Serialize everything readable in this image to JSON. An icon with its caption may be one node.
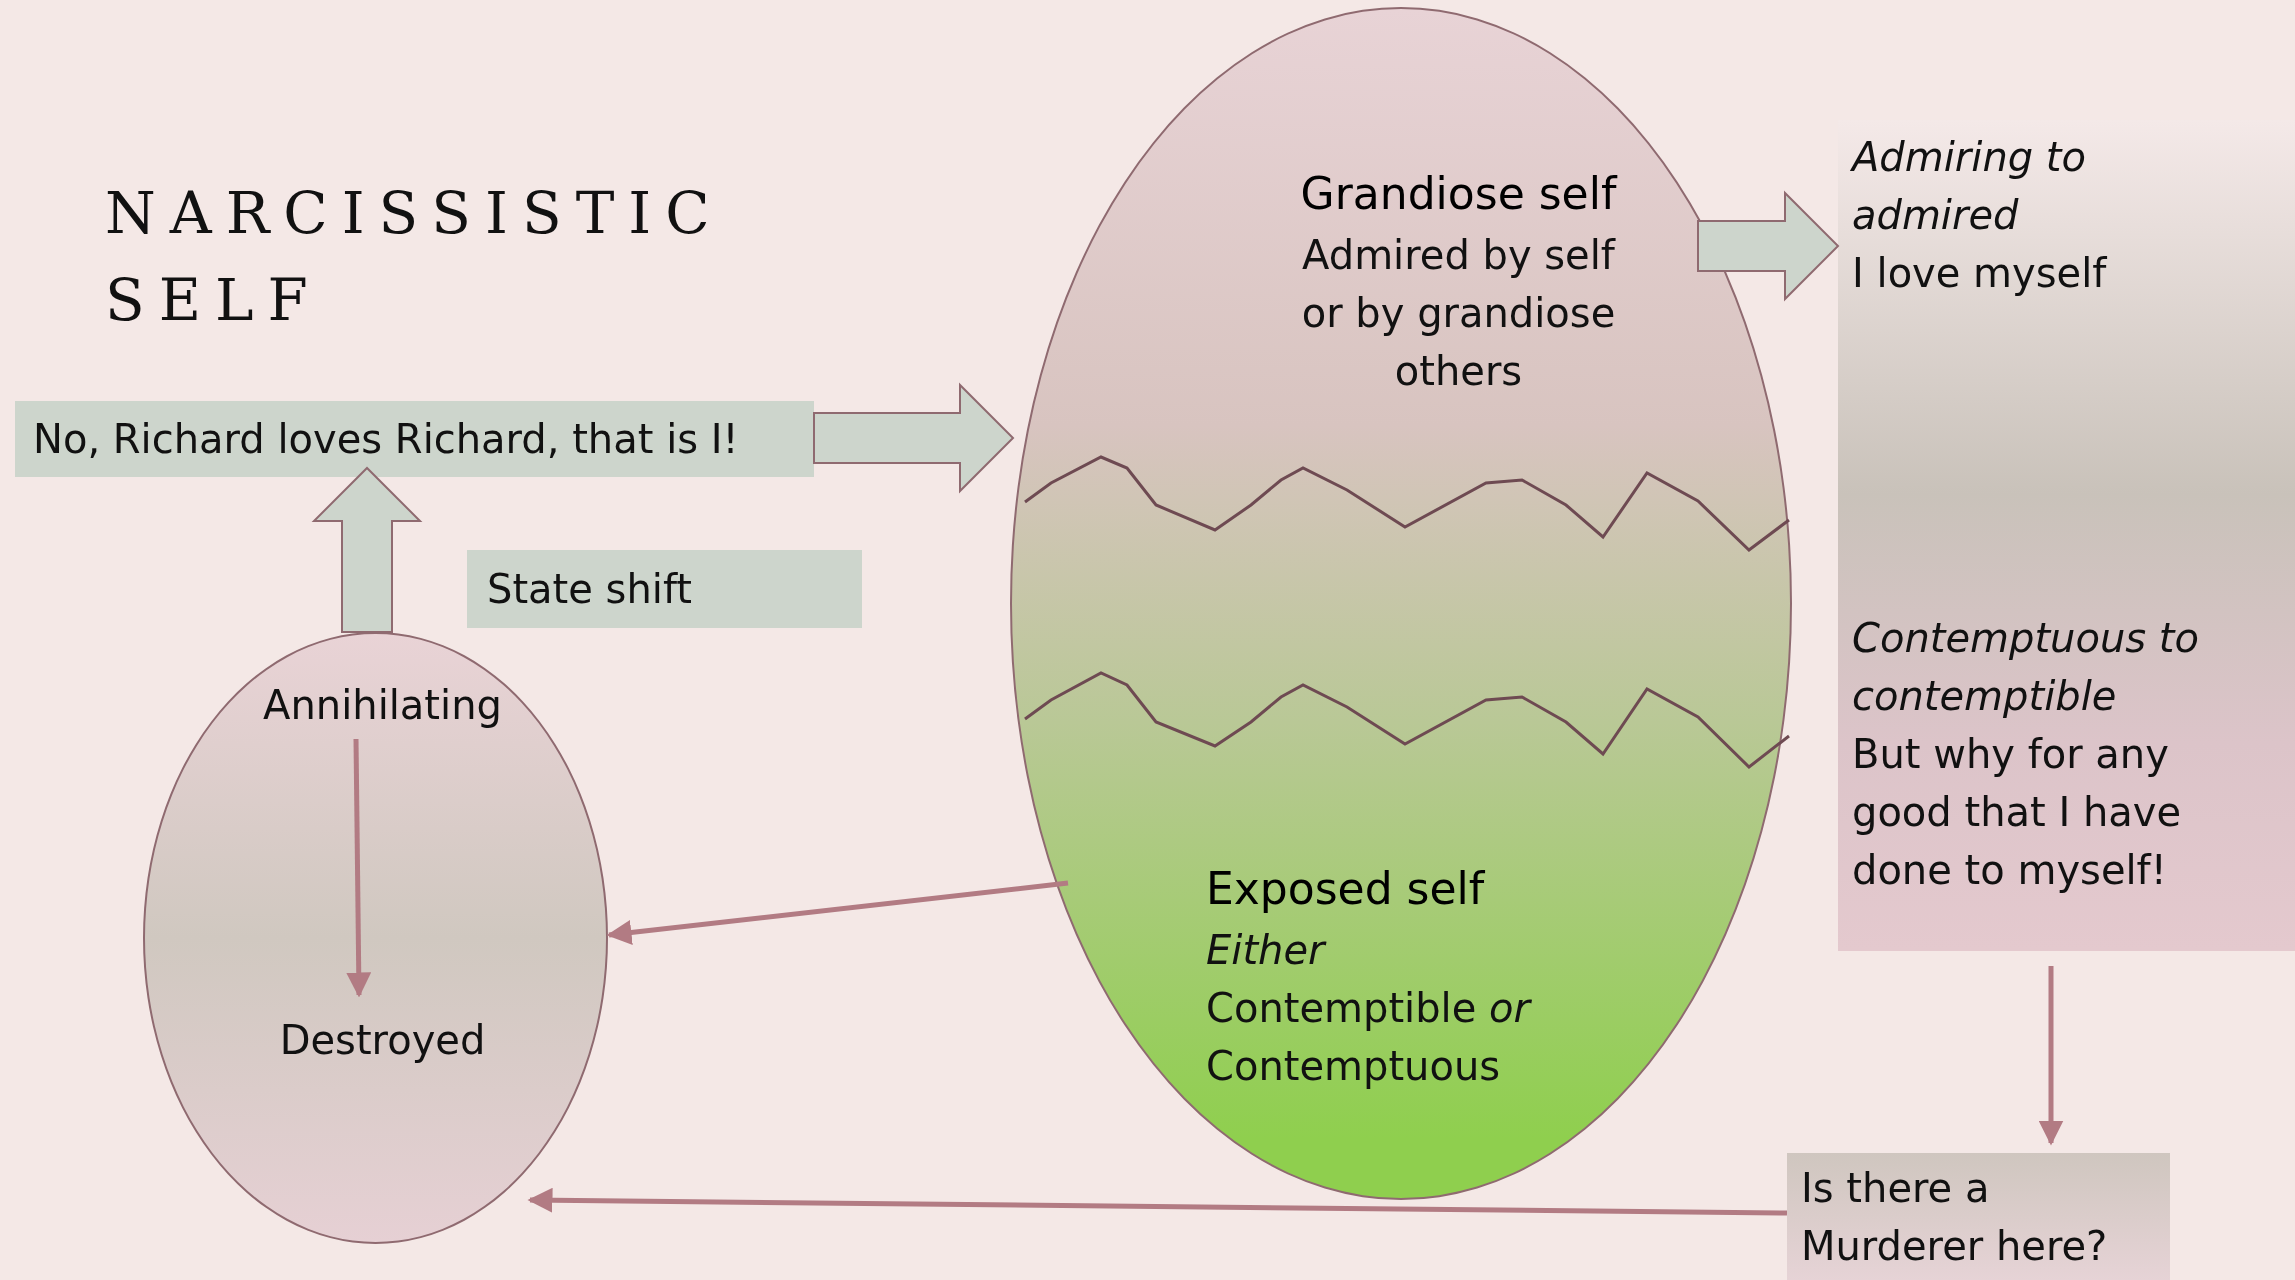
{
  "diagram": {
    "title": "NARCISSISTIC SELF",
    "nodes": [
      {
        "text": [
          "No, Richard loves Richard, that is I!"
        ]
      },
      {
        "text": [
          "State shift"
        ]
      },
      {
        "text": [],
        "shape": "ellipse"
      },
      {
        "text": [
          "Annihilating"
        ],
        "in": 2
      },
      {
        "text": [
          "Destroyed"
        ],
        "in": 2
      },
      {
        "text": [],
        "shape": "ellipse"
      },
      {
        "text": [
          "Grandiose self",
          "Admired by self or by grandiose others"
        ],
        "in": 5
      },
      {
        "text": [
          "Exposed self",
          "*Either* Contemptible *or* Contemptuous"
        ],
        "in": 5
      },
      {
        "text": [
          "Admiring to admired",
          "I love myself",
          "Contemptuous to contemptible",
          "But why for any good that I have done to myself!"
        ]
      },
      {
        "text": [
          "Is there a Murderer here?"
        ]
      }
    ],
    "edges": [
      {
        "from": 2,
        "to": 0,
        "arrow": "to",
        "style": "thick",
        "color": "#cdd5cc"
      },
      {
        "from": 0,
        "to": 5,
        "arrow": "to",
        "style": "thick",
        "color": "#cdd5cc"
      },
      {
        "from": 6,
        "to": 8,
        "arrow": "to",
        "style": "thick",
        "color": "#cdd5cc"
      },
      {
        "from": 3,
        "to": 4,
        "arrow": "to"
      },
      {
        "from": 7,
        "to": 2,
        "arrow": "to"
      },
      {
        "from": 8,
        "to": 9,
        "arrow": "to"
      },
      {
        "from": 9,
        "to": 2,
        "arrow": "to"
      }
    ]
  }
}
